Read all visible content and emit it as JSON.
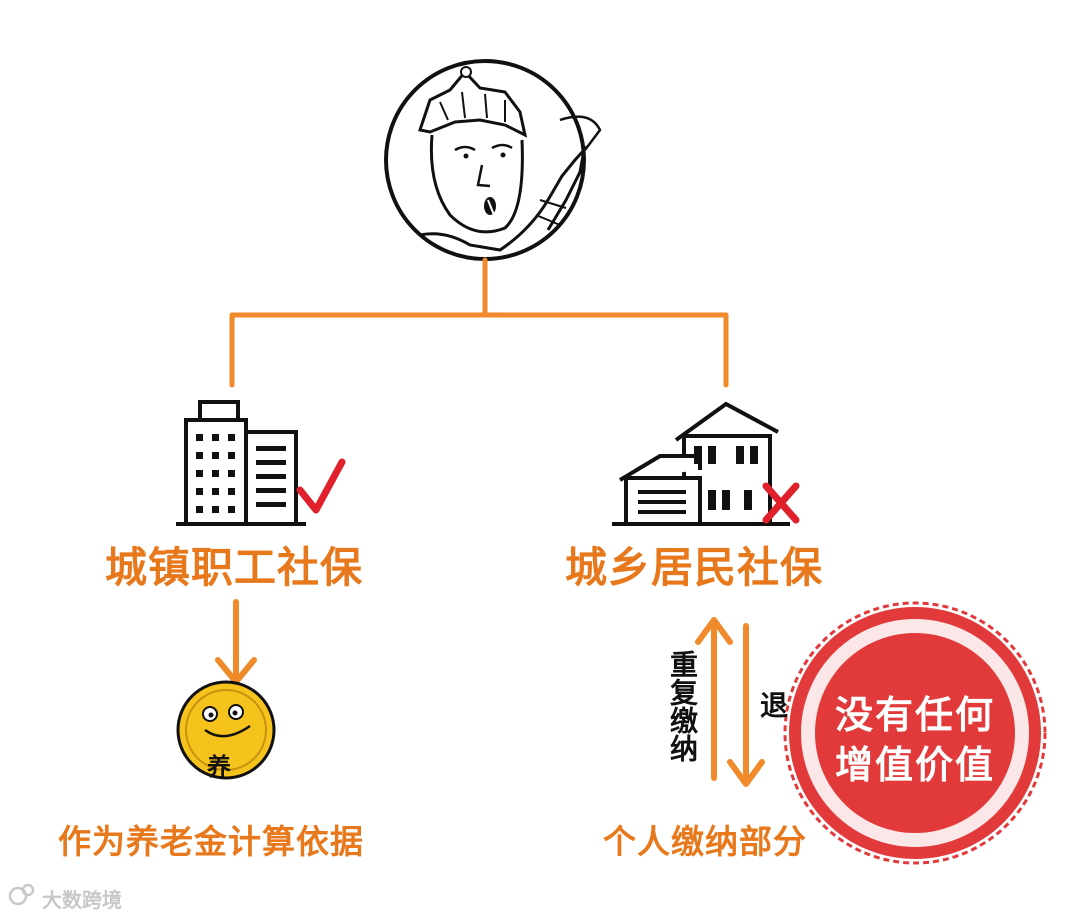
{
  "diagram": {
    "left_branch": {
      "title": "城镇职工社保",
      "bottom_text": "作为养老金计算依据",
      "coin_char": "养"
    },
    "right_branch": {
      "title": "城乡居民社保",
      "bottom_text": "个人缴纳部分",
      "up_arrow_label": "重复缴纳",
      "down_arrow_label": "退"
    },
    "stamp": {
      "line1": "没有任何",
      "line2": "增值价值"
    },
    "watermark": "大数跨境"
  },
  "colors": {
    "connector": "#f08a2a",
    "label": "#e8781c",
    "check": "#e0202a",
    "cross": "#e0202a",
    "stamp": "#e23a3a",
    "coin": "#f6c21c"
  },
  "icons": [
    "monk-portrait-icon",
    "office-building-icon",
    "check-mark-icon",
    "house-icon",
    "cross-mark-icon",
    "coin-smiley-icon",
    "stamp-seal-icon"
  ]
}
